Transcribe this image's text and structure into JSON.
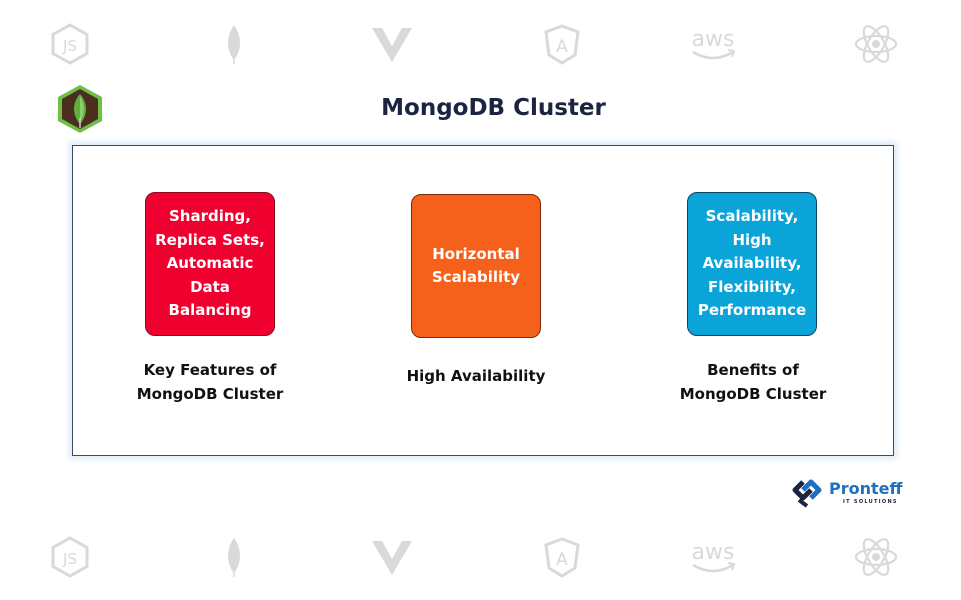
{
  "title": "MongoDB Cluster",
  "colors": {
    "title": "#1b2440",
    "card_red": "#f0002f",
    "card_orange": "#f5601b",
    "card_blue": "#0aa4d8",
    "watermark": "#d9d9d9",
    "brand_blue": "#1f6fc0",
    "brand_dark": "#1b2440"
  },
  "background_icons": {
    "top": [
      "nodejs-icon",
      "mongodb-leaf-icon",
      "vue-icon",
      "angular-icon",
      "aws-icon",
      "react-icon"
    ],
    "bottom": [
      "nodejs-icon",
      "mongodb-leaf-icon",
      "vue-icon",
      "angular-icon",
      "aws-icon",
      "react-icon"
    ],
    "aws_label": "aws",
    "js_label": "JS",
    "angular_label": "A"
  },
  "cards": [
    {
      "lines": [
        "Sharding,",
        "Replica Sets,",
        "Automatic",
        "Data",
        "Balancing"
      ],
      "caption": [
        "Key Features of",
        "MongoDB Cluster"
      ]
    },
    {
      "lines": [
        "Horizontal",
        "Scalability"
      ],
      "caption": [
        "High Availability"
      ]
    },
    {
      "lines": [
        "Scalability,",
        "High",
        "Availability,",
        "Flexibility,",
        "Performance"
      ],
      "caption": [
        "Benefits of",
        "MongoDB Cluster"
      ]
    }
  ],
  "brand": {
    "name": "Pronteff",
    "tagline": "IT SOLUTIONS"
  }
}
